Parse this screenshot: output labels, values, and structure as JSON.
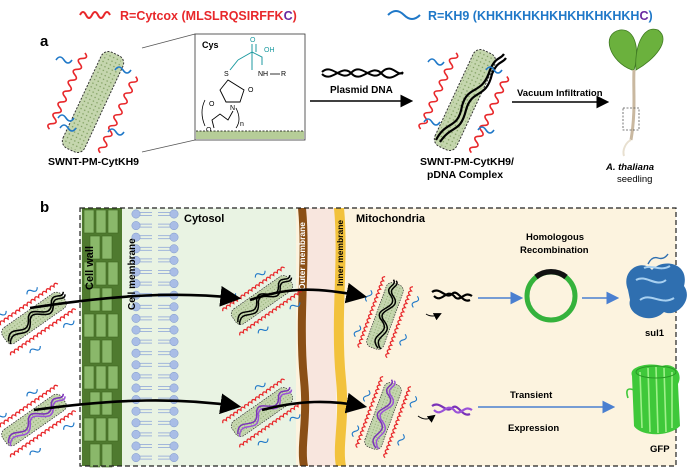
{
  "legend": {
    "red_prefix": "R=Cytcox (",
    "red_seq": "MLSLRQSIRFFK",
    "red_c": "C",
    "red_suffix": ")",
    "blue_prefix": "R=KH9 (",
    "blue_seq": "KHKHKHKHKHKHKHKHKH",
    "blue_c": "C",
    "blue_suffix": ")"
  },
  "panel_a": {
    "label": "a",
    "cys_title": "Cys",
    "chem": {
      "S": "S",
      "NH": "NH",
      "R": "R",
      "OH": "OH",
      "O1": "O",
      "O2": "O",
      "O3": "O",
      "O4": "O",
      "N": "N",
      "n": "n"
    },
    "complex1_label": "SWNT-PM-CytKH9",
    "plasmid_label": "Plasmid DNA",
    "complex2_label_1": "SWNT-PM-CytKH9/",
    "complex2_label_2": "pDNA Complex",
    "vacuum_label": "Vacuum Infiltration",
    "seedling_label_1": "A. thaliana",
    "seedling_label_2": "seedling"
  },
  "panel_b": {
    "label": "b",
    "cell_wall": "Cell wall",
    "cell_membrane": "Cell membrane",
    "cytosol": "Cytosol",
    "outer_membrane": "Outer membrane",
    "inner_membrane": "Inner membrane",
    "mitochondria": "Mitochondria",
    "homologous_1": "Homologous",
    "homologous_2": "Recombination",
    "protein1": "sul1",
    "transient_1": "Transient",
    "transient_2": "Expression",
    "protein2": "GFP"
  },
  "colors": {
    "red": "#e8282b",
    "blue": "#1f78c8",
    "cytosol_bg": "#e9f3e3",
    "mito_bg": "#fcf3df",
    "wall_green": "#5d8a3a",
    "outer_brown": "#8a4f16",
    "inner_yellow": "#f2c23c",
    "membrane_blue": "#a9bde6",
    "ring_green": "#35b23c",
    "gfp_green": "#3fc83a",
    "sul1_blue": "#2f6fb0",
    "arrow_blue": "#4a7fd0"
  }
}
